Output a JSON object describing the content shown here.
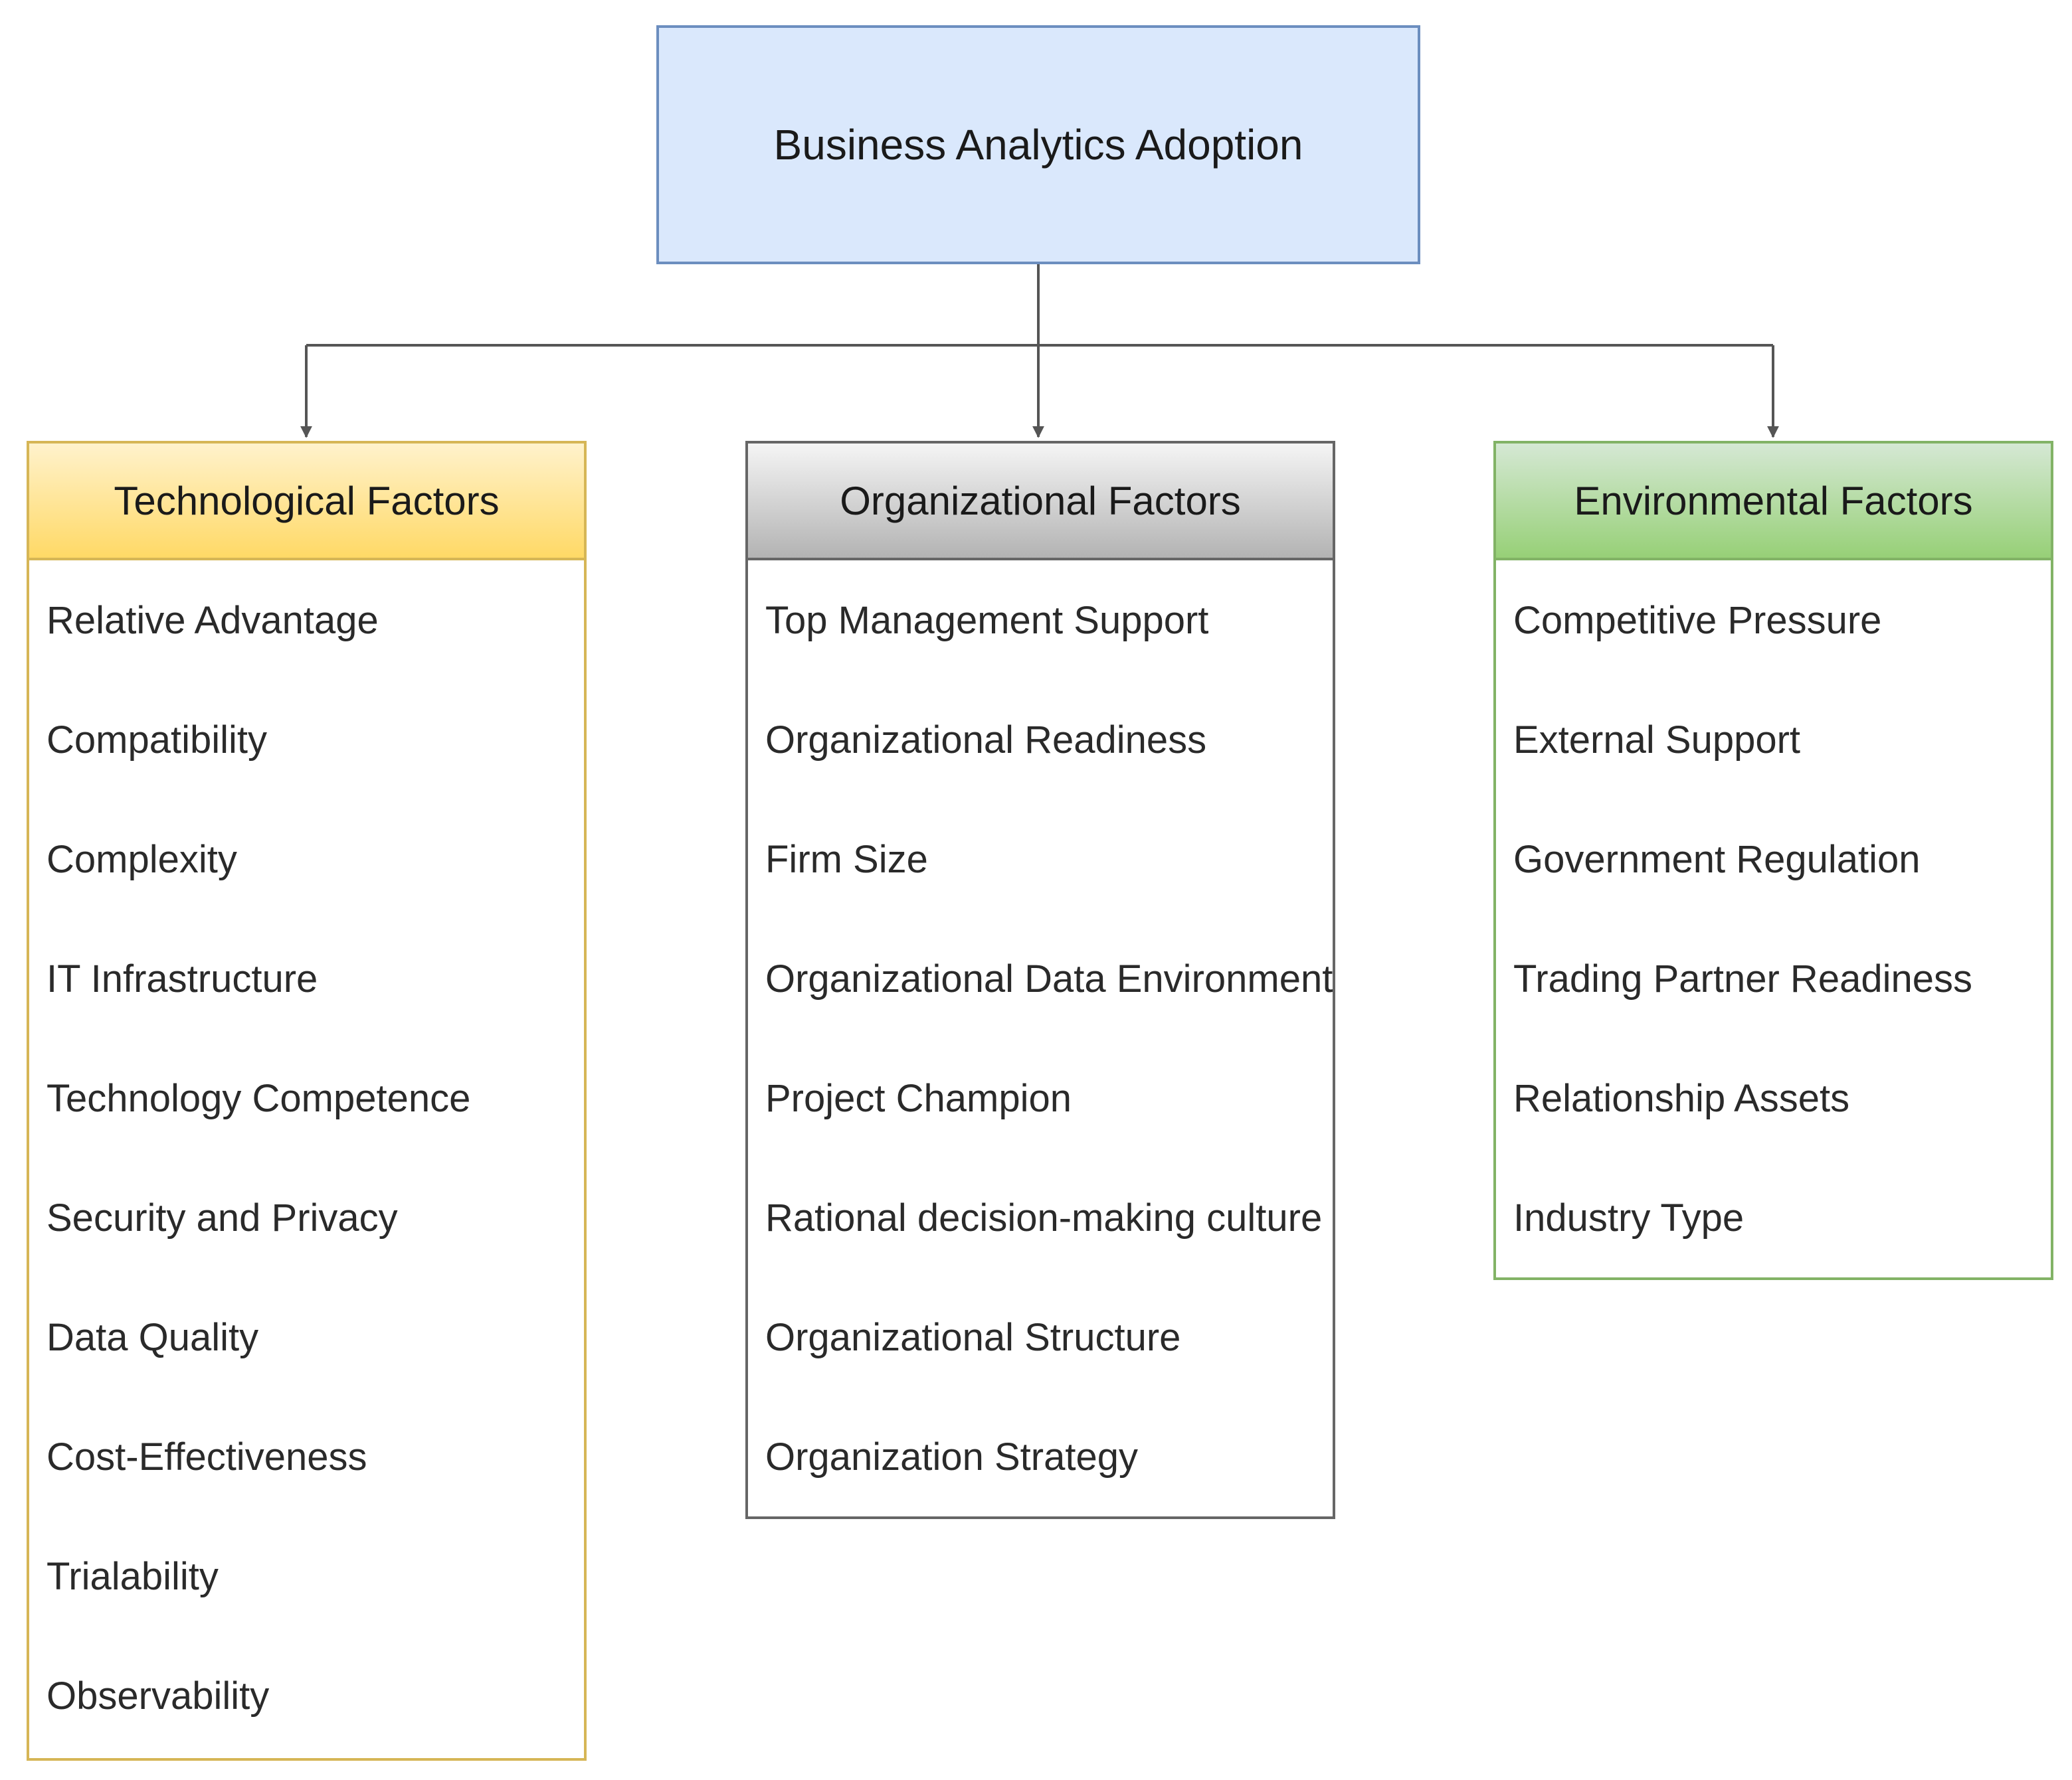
{
  "root": {
    "label": "Business Analytics Adoption",
    "color": "#dae8fc"
  },
  "groups": [
    {
      "title": "Technological Factors",
      "color": "#ffd966",
      "items": [
        "Relative Advantage",
        "Compatibility",
        "Complexity",
        "IT Infrastructure",
        "Technology Competence",
        "Security and Privacy",
        "Data Quality",
        "Cost-Effectiveness",
        "Trialability",
        "Observability"
      ]
    },
    {
      "title": "Organizational Factors",
      "color": "#b3b3b3",
      "items": [
        "Top Management Support",
        "Organizational Readiness",
        "Firm Size",
        "Organizational Data Environment",
        "Project Champion",
        "Rational decision-making culture",
        "Organizational Structure",
        "Organization Strategy"
      ]
    },
    {
      "title": "Environmental Factors",
      "color": "#97d077",
      "items": [
        "Competitive Pressure",
        "External Support",
        "Government Regulation",
        "Trading Partner Readiness",
        "Relationship Assets",
        "Industry Type"
      ]
    }
  ]
}
